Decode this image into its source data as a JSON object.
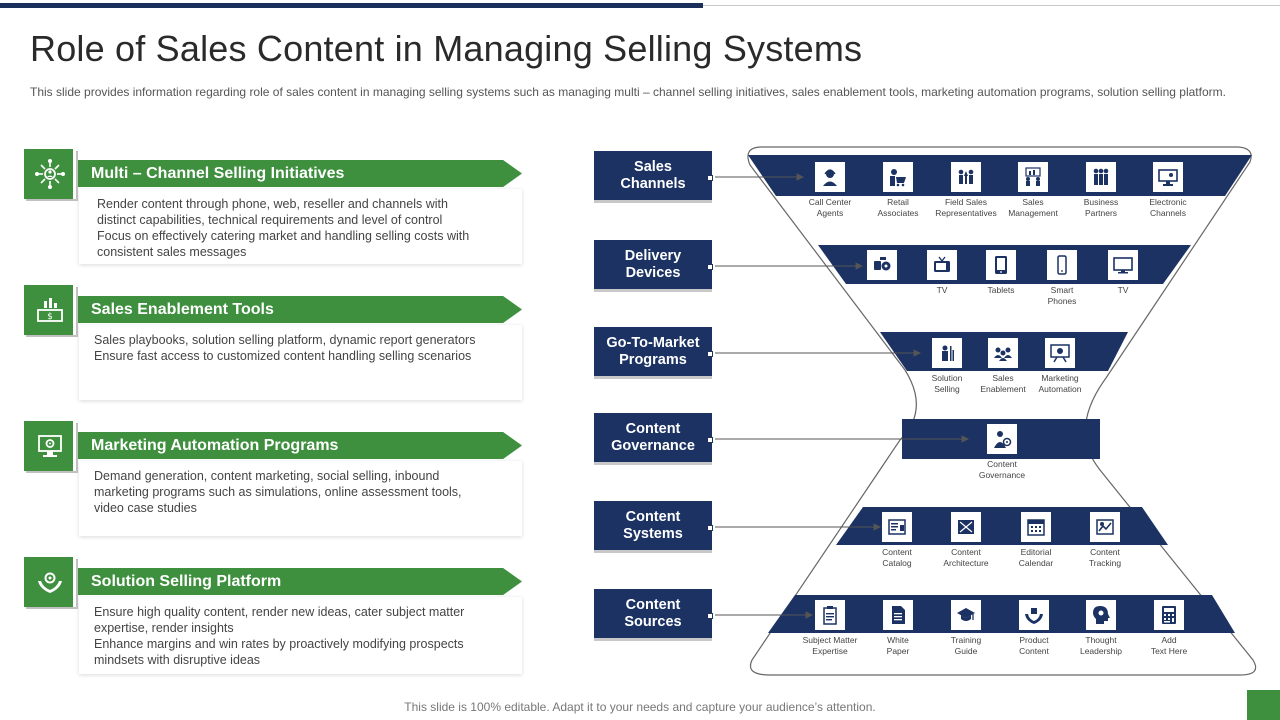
{
  "title": "Role of Sales Content in Managing Selling Systems",
  "subtitle": "This slide provides information regarding role of sales content in managing selling systems such as managing multi – channel selling initiatives, sales enablement tools, marketing automation programs, solution selling platform.",
  "sections": [
    {
      "title": "Multi – Channel Selling Initiatives",
      "icon": "network-people-icon",
      "lines": [
        "Render content through phone, web, reseller and channels with",
        "distinct capabilities, technical requirements and level of control",
        "Focus on effectively  catering market and handling selling costs with",
        "consistent sales messages"
      ]
    },
    {
      "title": "Sales Enablement Tools",
      "icon": "chart-money-icon",
      "lines": [
        "Sales playbooks, solution selling platform, dynamic report generators",
        "Ensure fast access to customized content handling selling scenarios"
      ]
    },
    {
      "title": "Marketing Automation Programs",
      "icon": "monitor-gear-icon",
      "lines": [
        "Demand generation, content marketing, social selling, inbound",
        "marketing programs  such as simulations, online assessment tools,",
        "video case studies"
      ]
    },
    {
      "title": "Solution Selling Platform",
      "icon": "hands-gear-icon",
      "lines": [
        "Ensure high quality content, render new ideas, cater subject matter",
        "expertise, render insights",
        "Enhance margins and win rates by proactively modifying prospects",
        "mindsets with disruptive ideas"
      ]
    }
  ],
  "labels": [
    [
      "Sales",
      "Channels"
    ],
    [
      "Delivery",
      "Devices"
    ],
    [
      "Go-To-Market",
      "Programs"
    ],
    [
      "Content",
      "Governance"
    ],
    [
      "Content",
      "Systems"
    ],
    [
      "Content",
      "Sources"
    ]
  ],
  "rows": [
    [
      {
        "l1": "Call Center",
        "l2": "Agents",
        "icon": "call-center-icon"
      },
      {
        "l1": "Retail",
        "l2": "Associates",
        "icon": "retail-cart-icon"
      },
      {
        "l1": "Field Sales",
        "l2": "Representatives",
        "icon": "field-sales-icon"
      },
      {
        "l1": "Sales",
        "l2": "Management",
        "icon": "sales-management-icon"
      },
      {
        "l1": "Business",
        "l2": "Partners",
        "icon": "business-partners-icon"
      },
      {
        "l1": "Electronic",
        "l2": "Channels",
        "icon": "electronic-channels-icon"
      }
    ],
    [
      {
        "l1": "",
        "l2": "",
        "icon": "devices-icon"
      },
      {
        "l1": "TV",
        "l2": "",
        "icon": "tv-retro-icon"
      },
      {
        "l1": "Tablets",
        "l2": "",
        "icon": "tablet-icon"
      },
      {
        "l1": "Smart",
        "l2": "Phones",
        "icon": "smartphone-icon"
      },
      {
        "l1": "TV",
        "l2": "",
        "icon": "monitor-icon"
      }
    ],
    [
      {
        "l1": "Solution",
        "l2": "Selling",
        "icon": "solution-selling-icon"
      },
      {
        "l1": "Sales",
        "l2": "Enablement",
        "icon": "sales-enablement-icon"
      },
      {
        "l1": "Marketing",
        "l2": "Automation",
        "icon": "marketing-automation-icon"
      }
    ],
    [
      {
        "l1": "Content",
        "l2": "Governance",
        "icon": "content-governance-icon"
      }
    ],
    [
      {
        "l1": "Content",
        "l2": "Catalog",
        "icon": "content-catalog-icon"
      },
      {
        "l1": "Content",
        "l2": "Architecture",
        "icon": "content-architecture-icon"
      },
      {
        "l1": "Editorial",
        "l2": "Calendar",
        "icon": "calendar-icon"
      },
      {
        "l1": "Content",
        "l2": "Tracking",
        "icon": "content-tracking-icon"
      }
    ],
    [
      {
        "l1": "Subject Matter",
        "l2": "Expertise",
        "icon": "clipboard-icon"
      },
      {
        "l1": "White",
        "l2": "Paper",
        "icon": "document-icon"
      },
      {
        "l1": "Training",
        "l2": "Guide",
        "icon": "graduation-cap-icon"
      },
      {
        "l1": "Product",
        "l2": "Content",
        "icon": "product-hands-icon"
      },
      {
        "l1": "Thought",
        "l2": "Leadership",
        "icon": "head-gear-icon"
      },
      {
        "l1": "Add",
        "l2": "Text Here",
        "icon": "calculator-icon"
      }
    ]
  ],
  "footer": "This slide is 100% editable. Adapt it to your needs and capture your audience’s attention.",
  "colors": {
    "navy": "#1b3263",
    "green": "#3e8f3e"
  }
}
